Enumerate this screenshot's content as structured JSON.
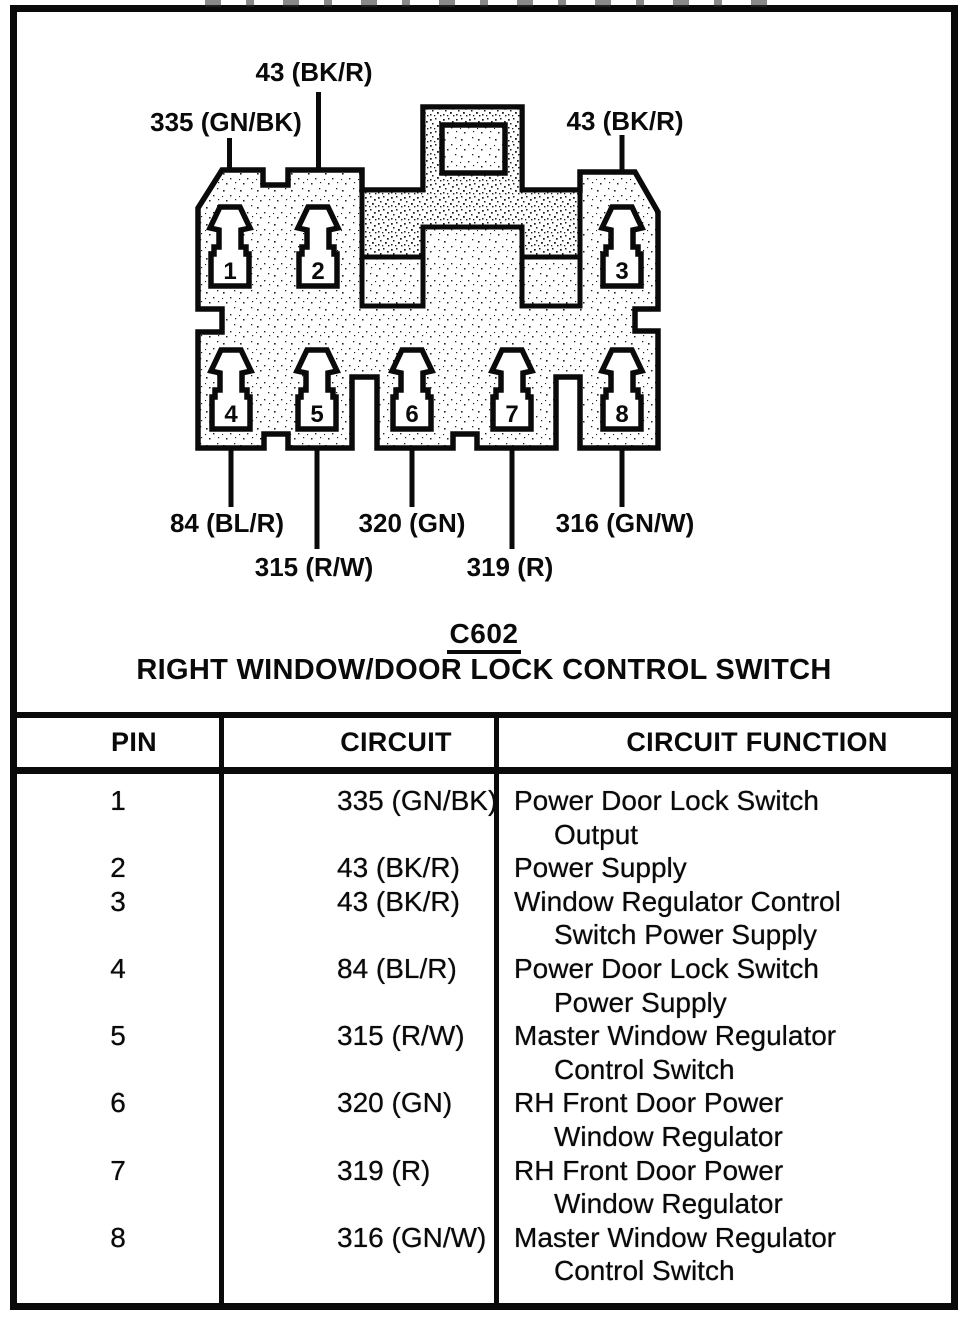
{
  "colors": {
    "ink": "#0a0a0a",
    "paper": "#ffffff"
  },
  "diagram": {
    "connector_id": "C602",
    "title": "RIGHT WINDOW/DOOR LOCK CONTROL SWITCH",
    "pins": [
      {
        "number": "1",
        "wire": "335 (GN/BK)"
      },
      {
        "number": "2",
        "wire": "43 (BK/R)"
      },
      {
        "number": "3",
        "wire": "43 (BK/R)"
      },
      {
        "number": "4",
        "wire": "84 (BL/R)"
      },
      {
        "number": "5",
        "wire": "315 (R/W)"
      },
      {
        "number": "6",
        "wire": "320 (GN)"
      },
      {
        "number": "7",
        "wire": "319 (R)"
      },
      {
        "number": "8",
        "wire": "316 (GN/W)"
      }
    ]
  },
  "table": {
    "headers": {
      "pin": "PIN",
      "circuit": "CIRCUIT",
      "function": "CIRCUIT FUNCTION"
    },
    "rows": [
      {
        "pin": "1",
        "circuit": "335 (GN/BK)",
        "function_line1": "Power Door Lock Switch",
        "function_line2": "Output"
      },
      {
        "pin": "2",
        "circuit": "43 (BK/R)",
        "function_line1": "Power Supply",
        "function_line2": ""
      },
      {
        "pin": "3",
        "circuit": "43 (BK/R)",
        "function_line1": "Window Regulator Control",
        "function_line2": "Switch Power Supply"
      },
      {
        "pin": "4",
        "circuit": "84 (BL/R)",
        "function_line1": "Power Door Lock Switch",
        "function_line2": "Power Supply"
      },
      {
        "pin": "5",
        "circuit": "315 (R/W)",
        "function_line1": "Master Window Regulator",
        "function_line2": "Control Switch"
      },
      {
        "pin": "6",
        "circuit": "320 (GN)",
        "function_line1": "RH Front Door Power",
        "function_line2": "Window Regulator"
      },
      {
        "pin": "7",
        "circuit": "319 (R)",
        "function_line1": "RH Front Door Power",
        "function_line2": "Window Regulator"
      },
      {
        "pin": "8",
        "circuit": "316 (GN/W)",
        "function_line1": "Master Window Regulator",
        "function_line2": "Control Switch"
      }
    ]
  }
}
